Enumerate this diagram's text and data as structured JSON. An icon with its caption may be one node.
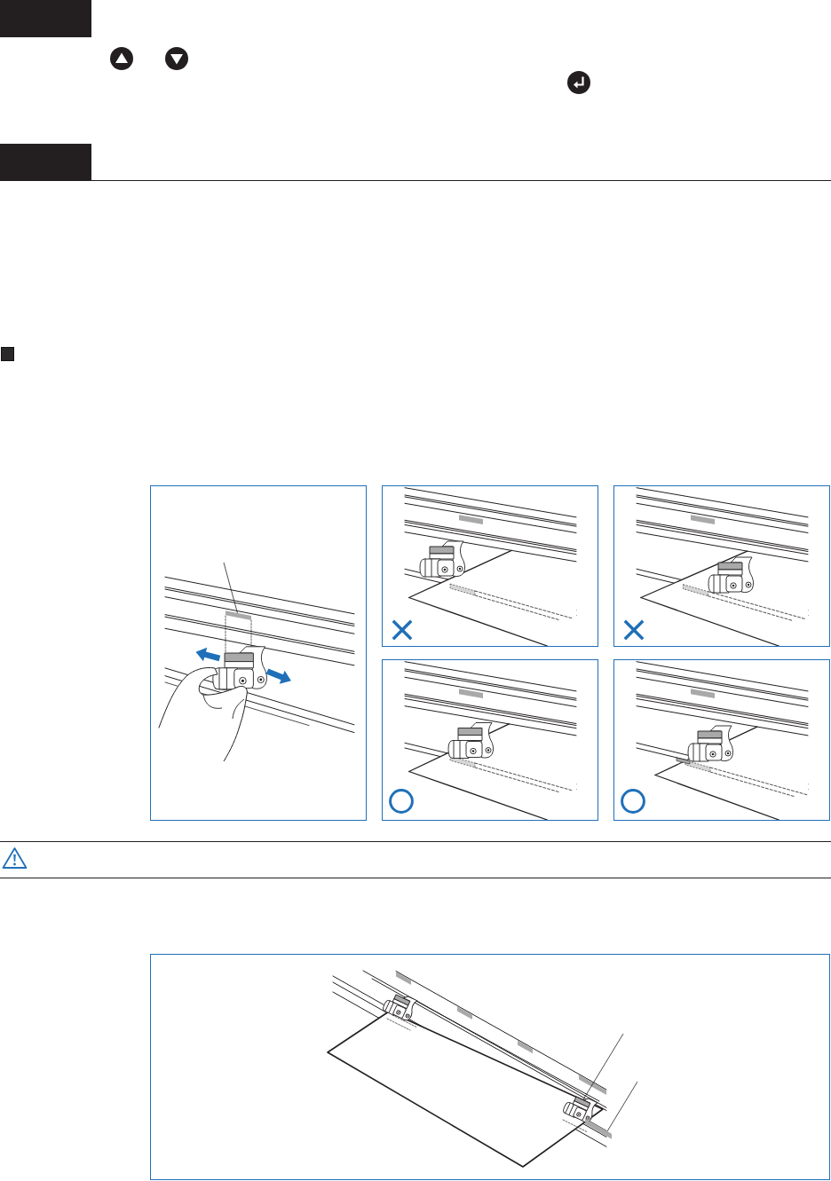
{
  "diagram": {
    "nodes": [
      {
        "text": [],
        "shape": "bar"
      },
      {
        "text": [],
        "shape": "picture"
      },
      {
        "text": [],
        "shape": "bar"
      }
    ],
    "edges": [
      {
        "from": null,
        "to": 0,
        "arrow": "none"
      },
      {
        "from": null,
        "to": 1,
        "arrow": "none"
      },
      {
        "from": null,
        "to": 2,
        "arrow": "none"
      }
    ]
  }
}
